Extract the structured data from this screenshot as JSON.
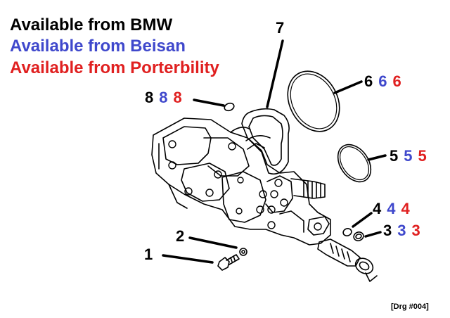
{
  "colors": {
    "bmw": "#000000",
    "beisan": "#3f48cc",
    "porterbility": "#e02020"
  },
  "legend": {
    "bmw": "Available from BMW",
    "beisan": "Available from Beisan",
    "porterbility": "Available from Porterbility"
  },
  "callouts": {
    "part1": {
      "bmw": "1"
    },
    "part2": {
      "bmw": "2"
    },
    "part3": {
      "bmw": "3",
      "beisan": "3",
      "porterbility": "3"
    },
    "part4": {
      "bmw": "4",
      "beisan": "4",
      "porterbility": "4"
    },
    "part5": {
      "bmw": "5",
      "beisan": "5",
      "porterbility": "5"
    },
    "part6": {
      "bmw": "6",
      "beisan": "6",
      "porterbility": "6"
    },
    "part7": {
      "bmw": "7"
    },
    "part8": {
      "bmw": "8",
      "beisan": "8",
      "porterbility": "8"
    }
  },
  "drawing_ref": "[Drg #004]"
}
